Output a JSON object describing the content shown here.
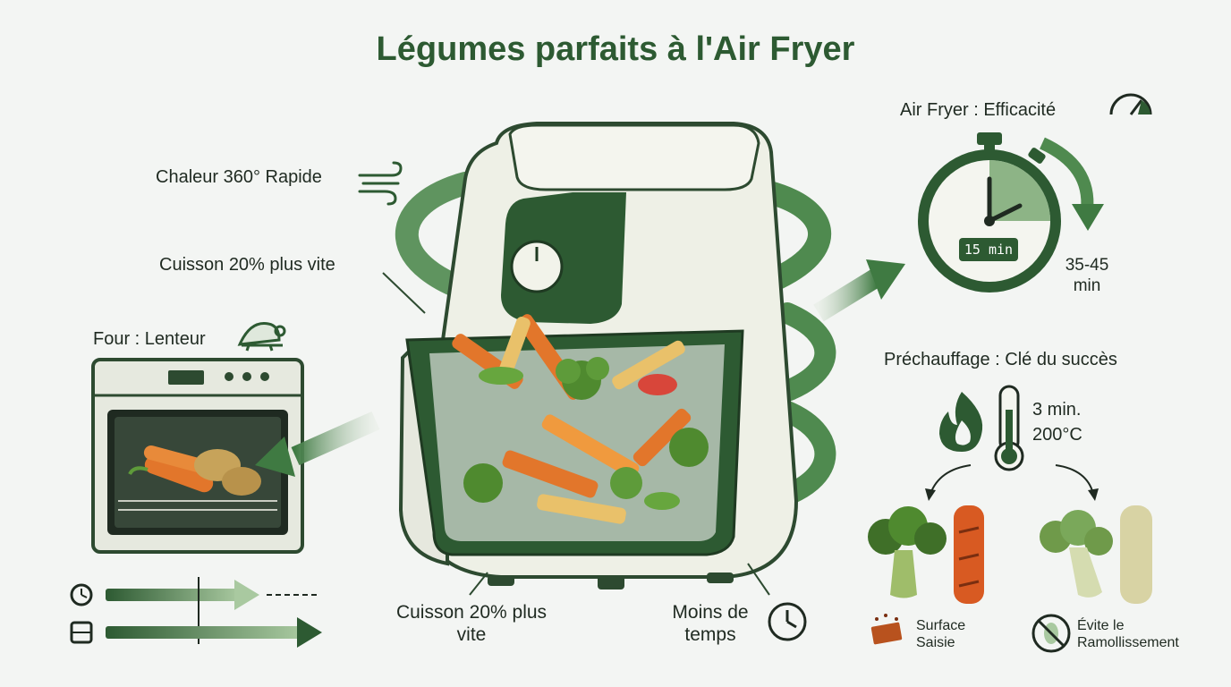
{
  "title": "Légumes parfaits à l'Air Fryer",
  "airfryer_panel": {
    "heading": "Air Fryer : Efficacité",
    "timer_display": "15 min",
    "duration": "35-45 min"
  },
  "features": {
    "heat": "Chaleur 360° Rapide",
    "faster_top": "Cuisson 20% plus vite",
    "faster_bottom": "Cuisson 20% plus vite",
    "less_time": "Moins de temps"
  },
  "oven_panel": {
    "heading": "Four : Lenteur"
  },
  "preheat_panel": {
    "heading": "Préchauffage : Clé du succès",
    "value_time": "3 min.",
    "value_temp": "200°C",
    "result_left": "Surface Saisie",
    "result_right": "Évite le Ramollissement"
  },
  "colors": {
    "primary_green": "#2d5a32",
    "mid_green": "#4f8a4f",
    "light_green": "#a9c9a0",
    "appliance": "#eef0e6"
  }
}
